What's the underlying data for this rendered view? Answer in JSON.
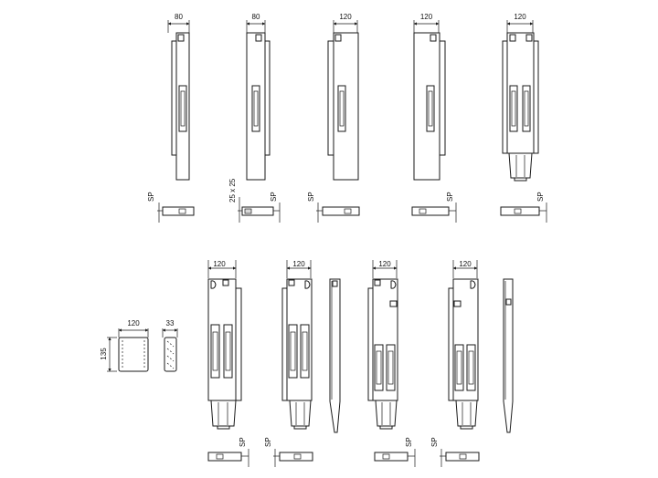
{
  "top_row": [
    {
      "width_label": "80"
    },
    {
      "width_label": "80",
      "size_label": "25 x 25"
    },
    {
      "width_label": "120"
    },
    {
      "width_label": "120"
    },
    {
      "width_label": "120"
    }
  ],
  "bottom_row": [
    {
      "width_label": "120"
    },
    {
      "width_label": "120"
    },
    {
      "width_label": "120"
    },
    {
      "width_label": "120"
    }
  ],
  "pad_detail": {
    "width_label": "120",
    "height_label": "135",
    "depth_label": "33"
  },
  "sp_label": "SP"
}
